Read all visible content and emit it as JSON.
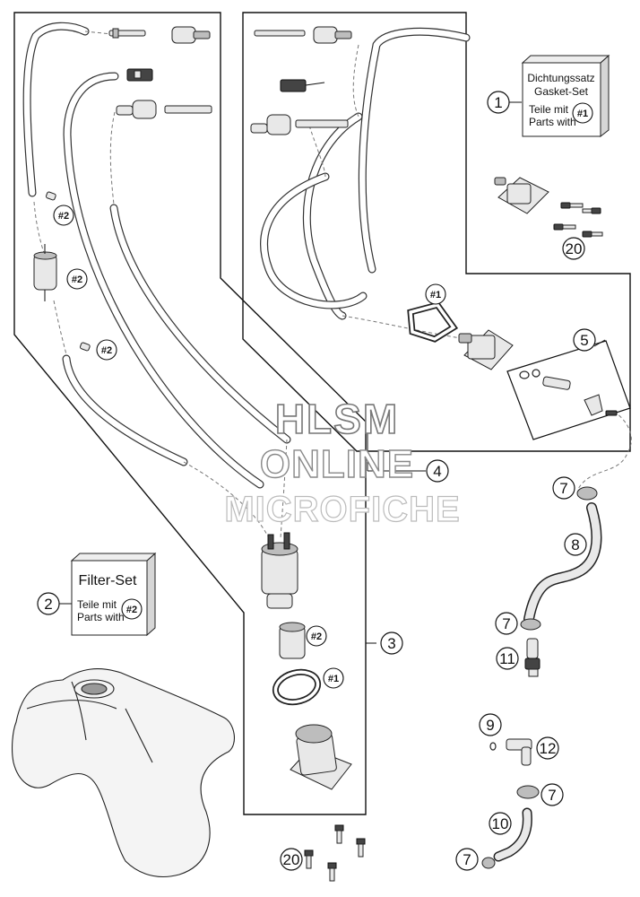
{
  "watermark": {
    "line1": "HLSM",
    "line2": "ONLINE",
    "line3": "MICROFICHE"
  },
  "callouts": {
    "c1": "1",
    "c2": "2",
    "c3": "3",
    "c4": "4",
    "c5": "5",
    "c7": "7",
    "c8": "8",
    "c9": "9",
    "c10": "10",
    "c11": "11",
    "c12": "12",
    "c20": "20"
  },
  "tags": {
    "t1": "#1",
    "t2": "#2"
  },
  "gasket_set": {
    "line1": "Dichtungssatz",
    "line2": "Gasket-Set",
    "line3": "Teile mit",
    "line4": "Parts with",
    "tag": "#1"
  },
  "filter_set": {
    "title": "Filter-Set",
    "line1": "Teile mit",
    "line2": "Parts with",
    "tag": "#2"
  },
  "colors": {
    "line": "#111111",
    "part_fill": "#e8e8e8",
    "hose_outline": "#333333",
    "watermark_outline": "#777777"
  }
}
